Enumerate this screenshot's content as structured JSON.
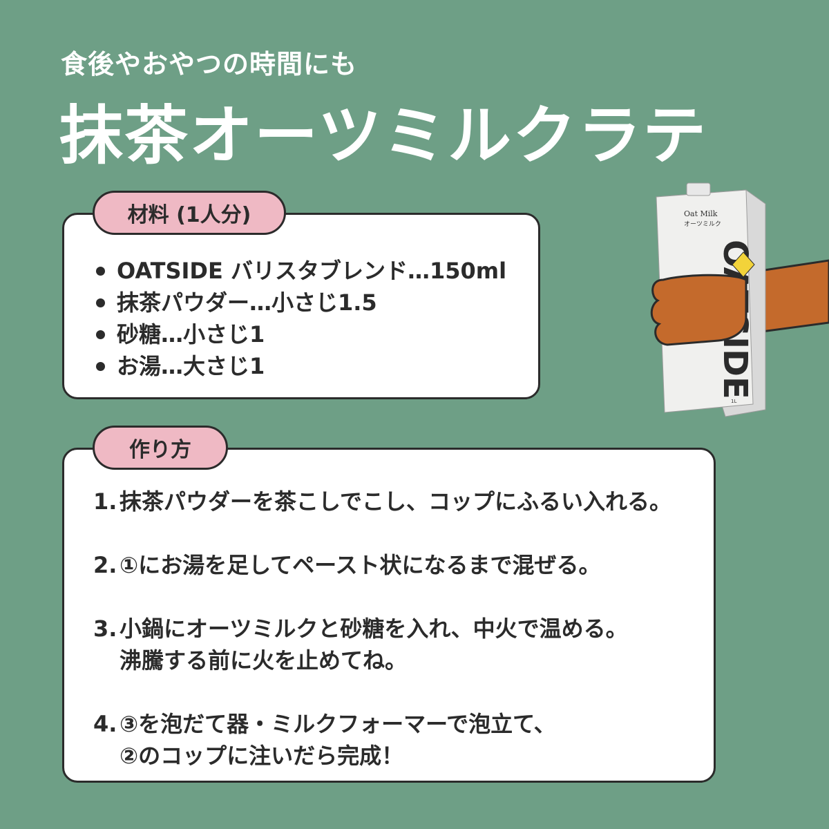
{
  "header": {
    "subtitle": "食後やおやつの時間にも",
    "title": "抹茶オーツミルクラテ"
  },
  "ingredients": {
    "label": "材料 (1人分)",
    "items": [
      "OATSIDE バリスタブレンド…150ml",
      "抹茶パウダー…小さじ1.5",
      "砂糖…小さじ1",
      "お湯…大さじ1"
    ]
  },
  "steps": {
    "label": "作り方",
    "items": [
      {
        "num": "1.",
        "line1": "抹茶パウダーを茶こしでこし、コップにふるい入れる。",
        "line2": ""
      },
      {
        "num": "2.",
        "line1": "①にお湯を足してペースト状になるまで混ぜる。",
        "line2": ""
      },
      {
        "num": "3.",
        "line1": "小鍋にオーツミルクと砂糖を入れ、中火で温める。",
        "line2": "沸騰する前に火を止めてね。"
      },
      {
        "num": "4.",
        "line1": "③を泡だて器・ミルクフォーマーで泡立て、",
        "line2": "②のコップに注いだら完成！"
      }
    ]
  },
  "product": {
    "brand": "OATSIDE",
    "top_text": "Oat Milk",
    "top_text_jp": "オーツミルク",
    "volume": "1L"
  },
  "colors": {
    "background": "#6e9f86",
    "pill": "#efb9c4",
    "arm": "#c46a2c",
    "badge": "#f2d33a"
  }
}
